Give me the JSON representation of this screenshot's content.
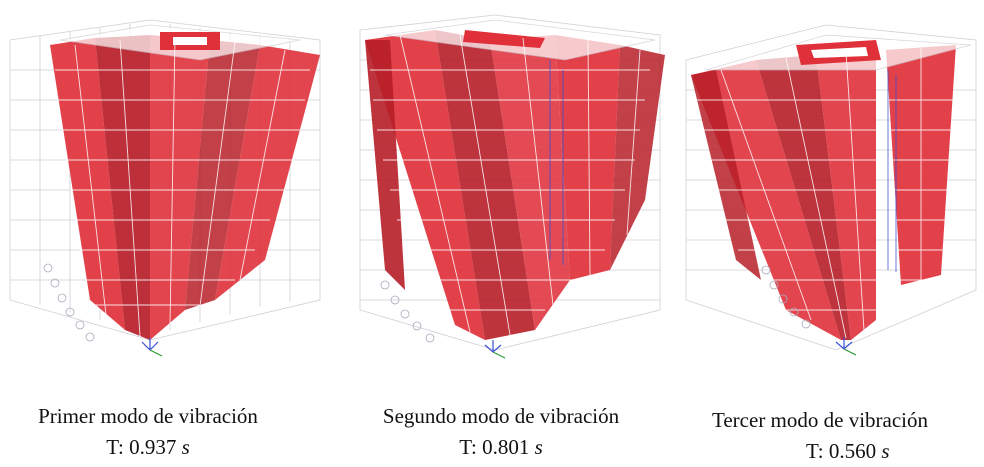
{
  "modes": [
    {
      "caption": "Primer modo de vibración",
      "period_prefix": "T: 0.937",
      "period_unit": "s"
    },
    {
      "caption": "Segundo modo de vibración",
      "period_prefix": "T: 0.801",
      "period_unit": "s"
    },
    {
      "caption": "Tercer modo de vibración",
      "period_prefix": "T: 0.560",
      "period_unit": "s"
    }
  ],
  "colors": {
    "shell": "#e0313b",
    "shell_dark": "#b71e28",
    "grid": "#c9c9cf",
    "beam": "#3b4fd4"
  }
}
